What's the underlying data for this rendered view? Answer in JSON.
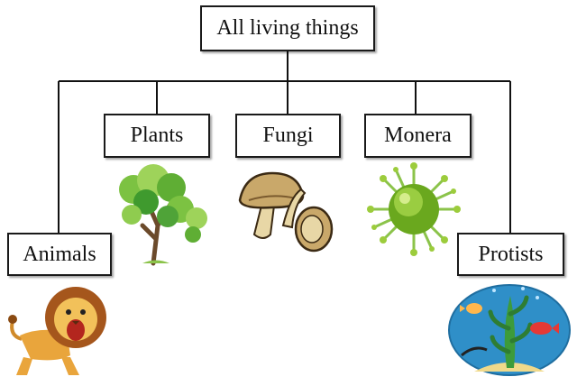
{
  "diagram": {
    "root": {
      "label": "All living things"
    },
    "kingdoms": [
      {
        "label": "Animals",
        "image": "lion-icon"
      },
      {
        "label": "Plants",
        "image": "tree-icon"
      },
      {
        "label": "Fungi",
        "image": "mushroom-icon"
      },
      {
        "label": "Monera",
        "image": "virus-icon"
      },
      {
        "label": "Protists",
        "image": "underwater-seaweed-icon"
      }
    ]
  }
}
